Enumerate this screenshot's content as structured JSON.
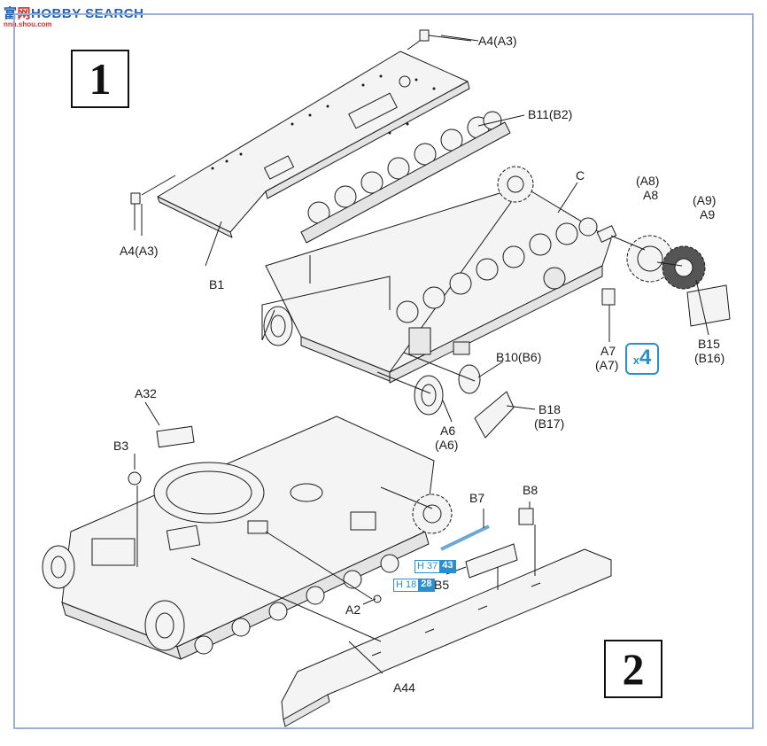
{
  "watermark": {
    "brand": "HOBBY SEARCH",
    "prefix": "富",
    "mid": "网",
    "sub": "nnn.shou.com"
  },
  "steps": {
    "one": "1",
    "two": "2"
  },
  "labels": {
    "a4_top": "A4(A3)",
    "a4_left": "A4(A3)",
    "b1": "B1",
    "b11": "B11(B2)",
    "c": "C",
    "a8_paren": "(A8)",
    "a8": "A8",
    "a9_paren": "(A9)",
    "a9": "A9",
    "a7": "A7",
    "a7_paren": "(A7)",
    "b15": "B15",
    "b16": "(B16)",
    "b10": "B10(B6)",
    "a6": "A6",
    "a6_paren": "(A6)",
    "b18": "B18",
    "b17": "(B17)",
    "a32": "A32",
    "b3": "B3",
    "b7": "B7",
    "b8": "B8",
    "b5": "B5",
    "a2": "A2",
    "a44": "A44"
  },
  "quantity": {
    "prefix": "x",
    "value": "4"
  },
  "paint_refs": [
    {
      "h": "H",
      "code1": "37",
      "code2": "43"
    },
    {
      "h": "H",
      "code1": "18",
      "code2": "28"
    }
  ],
  "colors": {
    "frame": "#9aaed6",
    "accent": "#2a8fcc",
    "line": "#1a1a1a",
    "part_fill": "#f4f4f4"
  }
}
